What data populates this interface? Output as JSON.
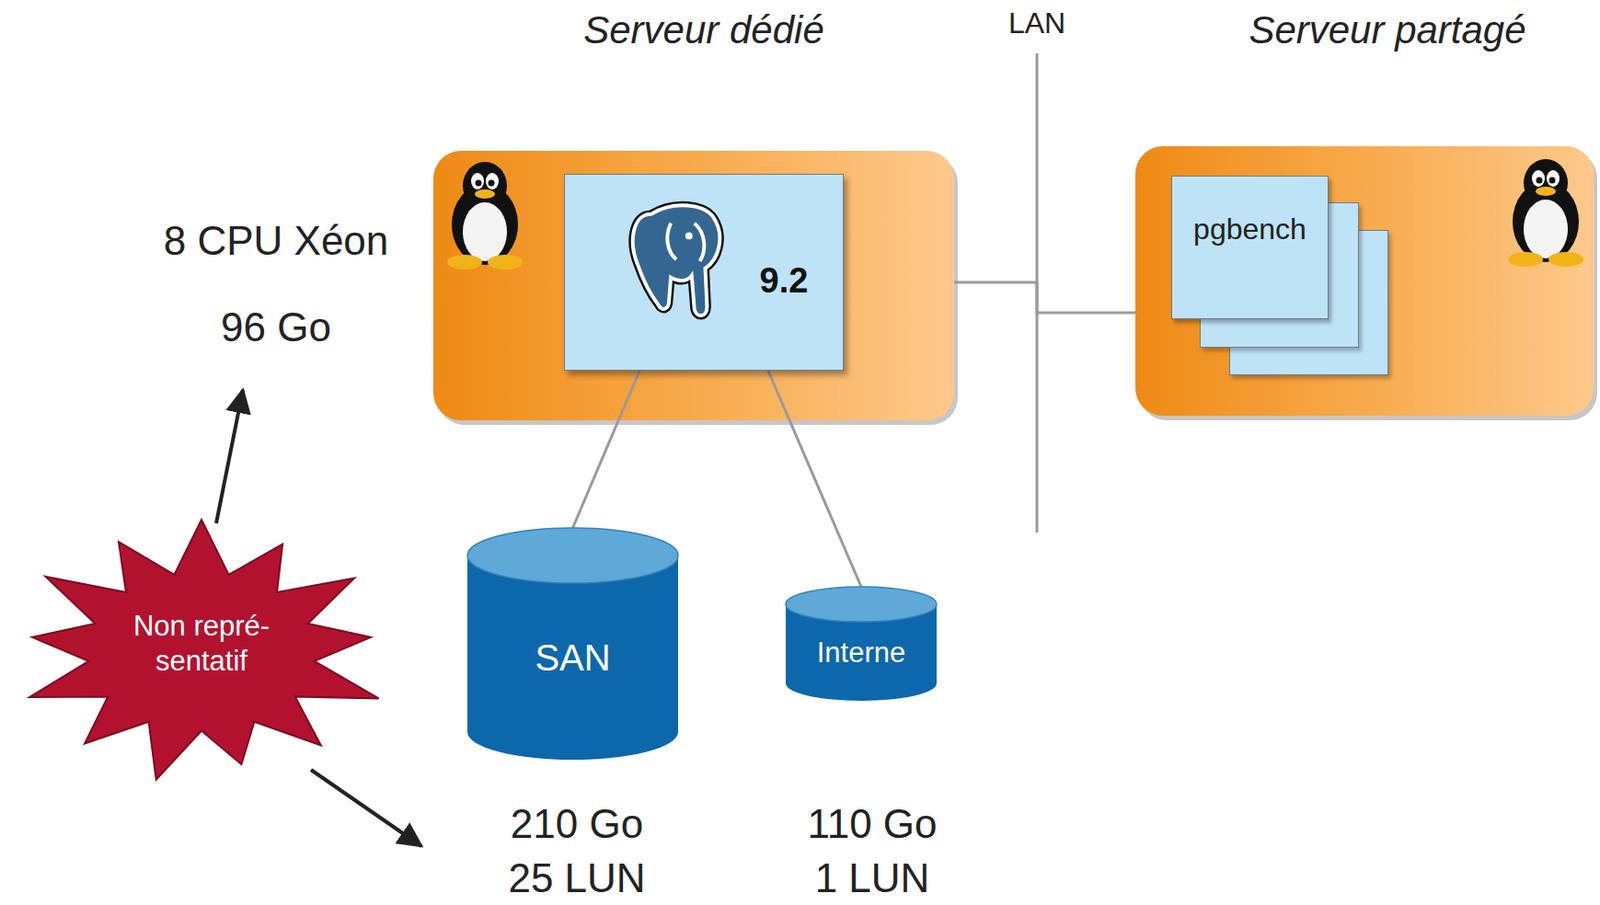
{
  "diagram": {
    "nodes": [
      {
        "text": [
          "Serveur dédié"
        ]
      },
      {
        "text": [
          "9.2"
        ],
        "in": 0
      },
      {
        "text": [
          "Serveur partagé"
        ]
      },
      {
        "text": [
          "pgbench"
        ],
        "in": 2
      },
      {
        "text": [
          "SAN"
        ]
      },
      {
        "text": [
          "Interne"
        ]
      },
      {
        "text": [
          "Non repré- sentatif"
        ]
      }
    ],
    "edges": [
      {
        "from": 0,
        "to": 2,
        "arrow": "none"
      },
      {
        "from": 1,
        "to": 4,
        "arrow": "none"
      },
      {
        "from": 1,
        "to": 5,
        "arrow": "none"
      }
    ],
    "labels": [
      "LAN",
      "8 CPU Xéon",
      "96 Go",
      "210 Go",
      "25 LUN",
      "110 Go",
      "1 LUN"
    ]
  }
}
